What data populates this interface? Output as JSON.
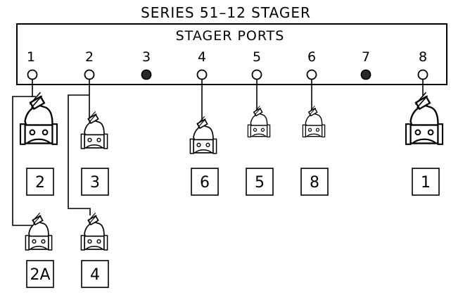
{
  "diagram": {
    "title": "SERIES 51–12 STAGER",
    "ports_label": "STAGER PORTS",
    "colors": {
      "line": "#000000",
      "background": "#ffffff",
      "plugged_port": "#2a2a2a",
      "open_port": "#ffffff"
    },
    "ports": [
      {
        "label": "1",
        "state": "open"
      },
      {
        "label": "2",
        "state": "open"
      },
      {
        "label": "3",
        "state": "plugged"
      },
      {
        "label": "4",
        "state": "open"
      },
      {
        "label": "5",
        "state": "open"
      },
      {
        "label": "6",
        "state": "open"
      },
      {
        "label": "7",
        "state": "plugged"
      },
      {
        "label": "8",
        "state": "open"
      }
    ],
    "zones": [
      {
        "label": "2",
        "port": "1",
        "valve_icon": "zone-valve-icon"
      },
      {
        "label": "3",
        "port": "2",
        "valve_icon": "zone-valve-icon"
      },
      {
        "label": "6",
        "port": "4",
        "valve_icon": "zone-valve-icon"
      },
      {
        "label": "5",
        "port": "5",
        "valve_icon": "zone-valve-icon"
      },
      {
        "label": "8",
        "port": "6",
        "valve_icon": "zone-valve-icon"
      },
      {
        "label": "1",
        "port": "8",
        "valve_icon": "zone-valve-icon"
      },
      {
        "label": "2A",
        "port": "1",
        "valve_icon": "zone-valve-icon"
      },
      {
        "label": "4",
        "port": "2",
        "valve_icon": "zone-valve-icon"
      }
    ]
  }
}
